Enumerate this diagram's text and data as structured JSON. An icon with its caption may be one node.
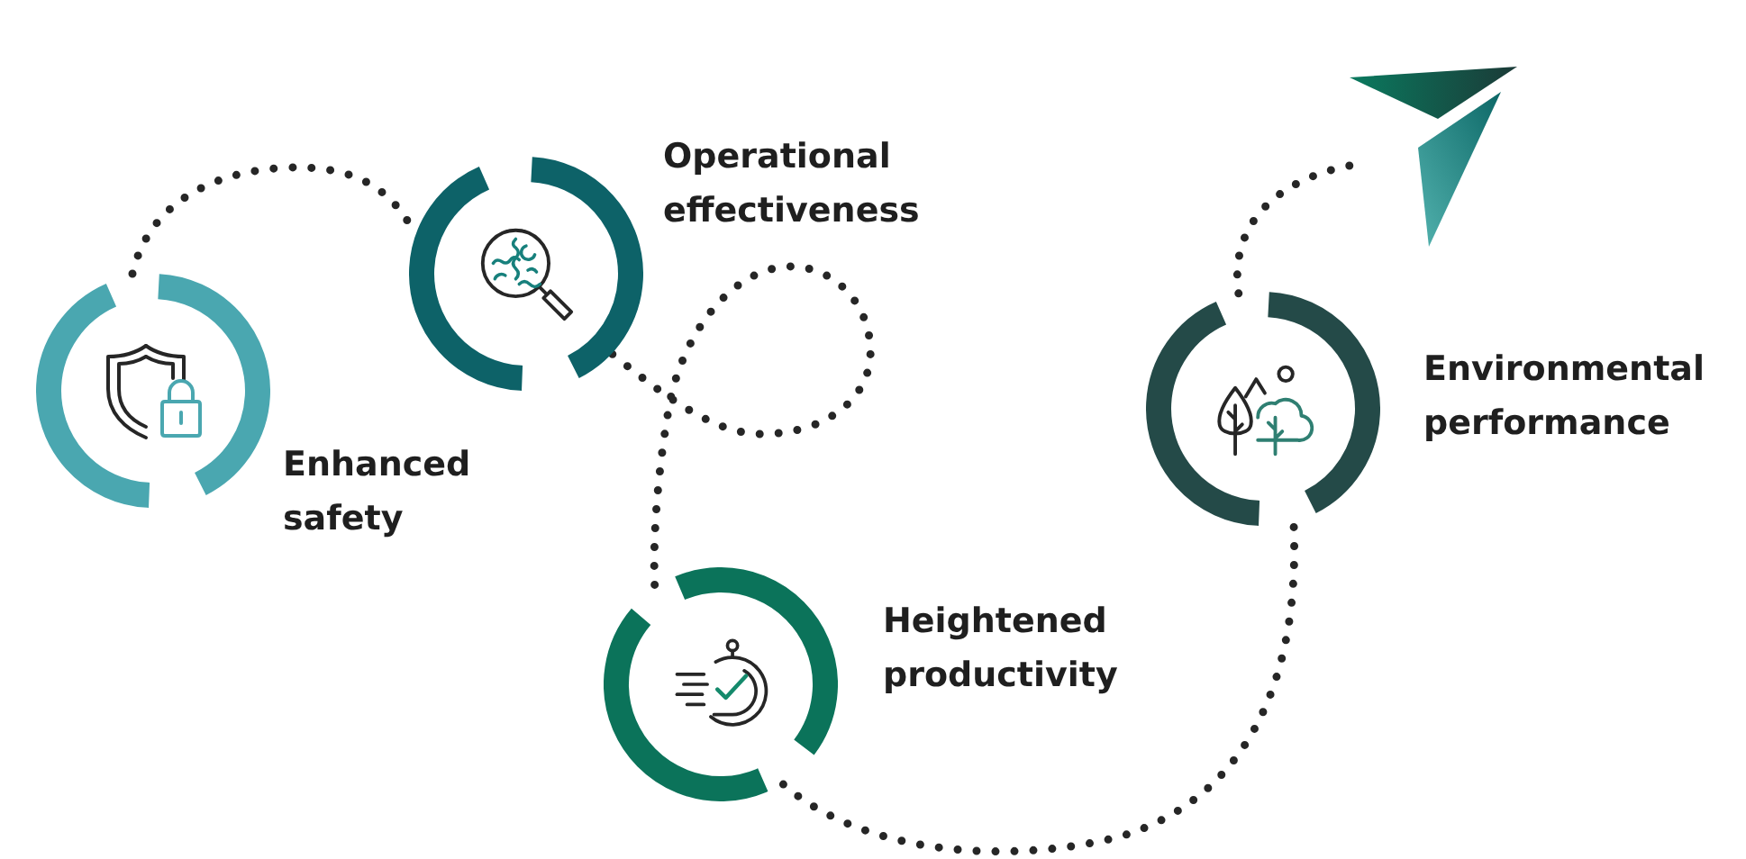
{
  "diagram": {
    "nodes": [
      {
        "text": [],
        "shape": "circle",
        "beside": [
          "Enhanced safety"
        ]
      },
      {
        "text": [],
        "shape": "circle",
        "beside": [
          "Operational effectiveness"
        ]
      },
      {
        "text": [],
        "shape": "circle",
        "beside": [
          "Heightened productivity"
        ]
      },
      {
        "text": [],
        "shape": "circle",
        "beside": [
          "Environmental performance"
        ]
      },
      {
        "text": [],
        "shape": "picture"
      }
    ],
    "edges": [
      {
        "from": 0,
        "to": 1,
        "arrow": "none",
        "style": "dashed"
      },
      {
        "from": 1,
        "to": 2,
        "arrow": "none",
        "style": "dashed"
      },
      {
        "from": 2,
        "to": 3,
        "arrow": "none",
        "style": "dashed"
      },
      {
        "from": 3,
        "to": 4,
        "arrow": "none",
        "style": "dashed"
      }
    ]
  }
}
